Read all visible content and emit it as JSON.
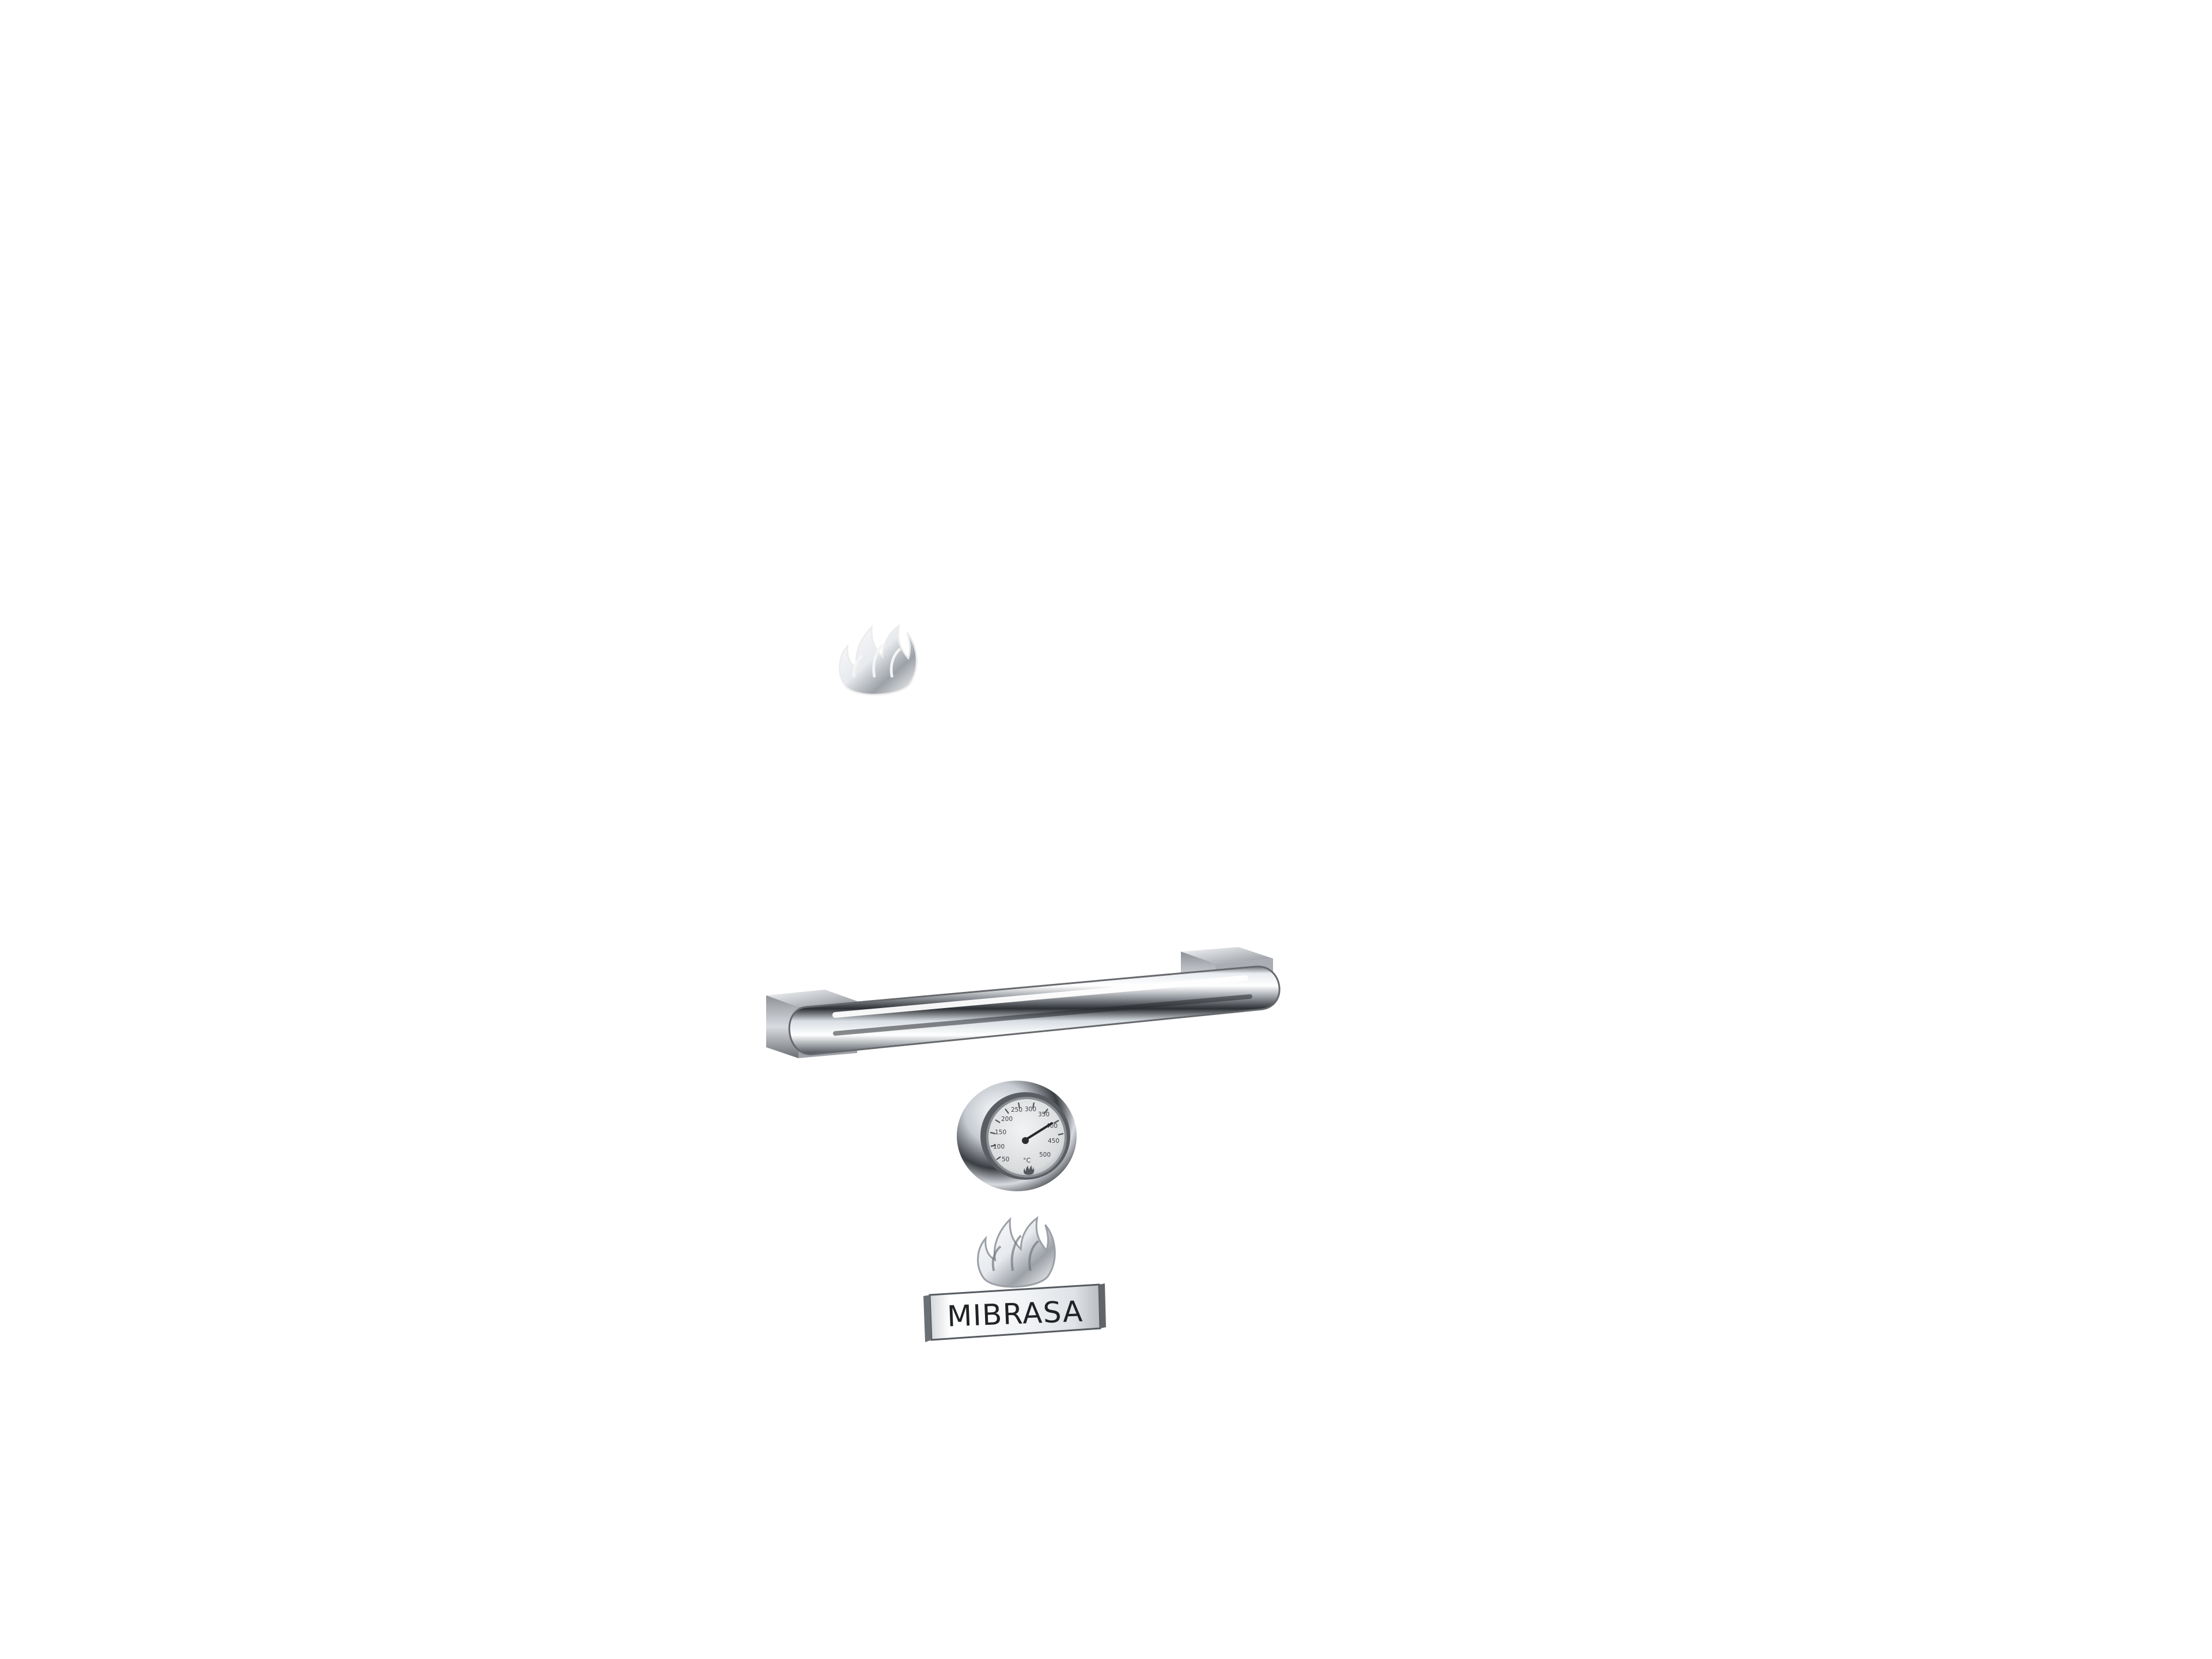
{
  "product": {
    "brand_label": "MIBRASA"
  },
  "thermometer": {
    "unit_label": "°C",
    "scale_labels": [
      "50",
      "100",
      "150",
      "200",
      "250",
      "300",
      "350",
      "400",
      "450",
      "500"
    ]
  },
  "icons": {
    "upper_emblem": "flame-icon",
    "brand_emblem": "flame-icon"
  },
  "colors": {
    "background": "#ffffff",
    "steel_light": "#f4f6f8",
    "steel_mid": "#b8bcc1",
    "steel_dark": "#3b3e42",
    "badge_text": "#202224"
  }
}
